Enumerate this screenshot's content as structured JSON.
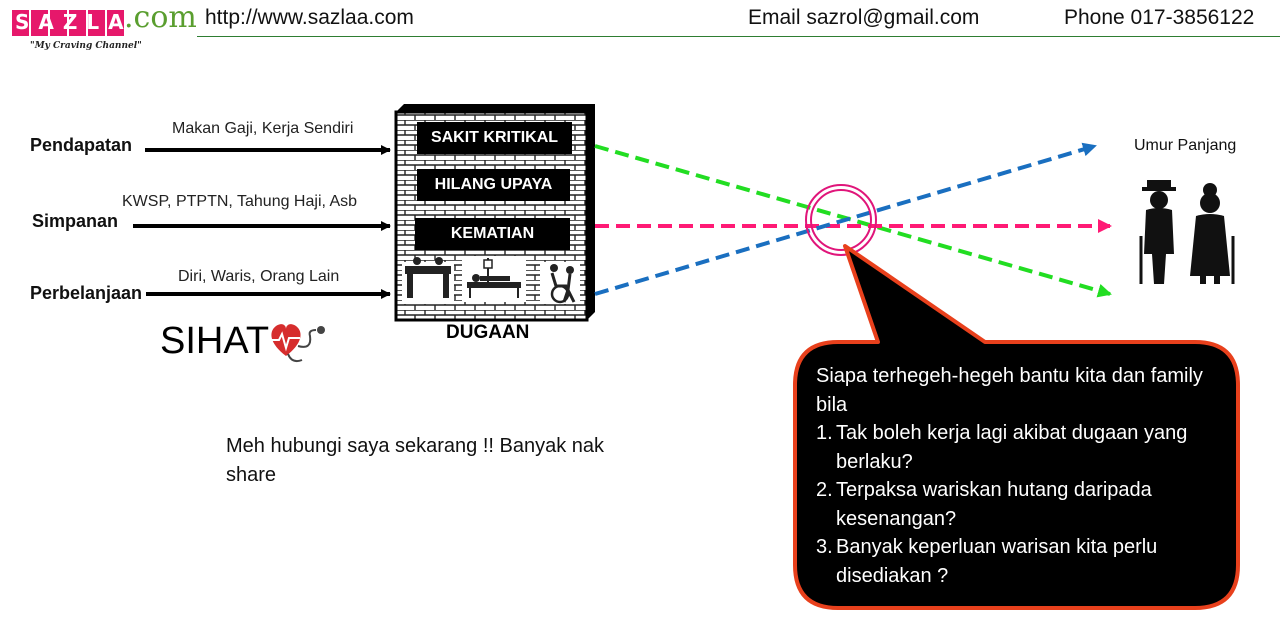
{
  "header": {
    "logo_main": "SAZLAA",
    "logo_suffix": ".com",
    "tagline": "\"My Craving Channel\"",
    "website": "http://www.sazlaa.com",
    "email": "Email sazrol@gmail.com",
    "phone": "Phone 017-3856122"
  },
  "inputs": [
    {
      "label": "Pendapatan",
      "caption": "Makan Gaji, Kerja Sendiri"
    },
    {
      "label": "Simpanan",
      "caption": "KWSP, PTPTN, Tahung Haji, Asb"
    },
    {
      "label": "Perbelanjaan",
      "caption": "Diri, Waris, Orang Lain"
    }
  ],
  "wall": {
    "labels": [
      "SAKIT KRITIKAL",
      "HILANG UPAYA",
      "KEMATIAN"
    ],
    "caption": "DUGAAN"
  },
  "sihat": "SIHAT",
  "outcome": "Umur Panjang",
  "contact_message": "Meh hubungi saya sekarang !! Banyak nak share",
  "bubble": {
    "intro": "Siapa terhegeh-hegeh bantu kita dan family bila",
    "items": [
      {
        "num": "1.",
        "text": "Tak boleh kerja lagi akibat dugaan yang berlaku?"
      },
      {
        "num": "2.",
        "text": "Terpaksa wariskan hutang daripada kesenangan?"
      },
      {
        "num": "3.",
        "text": "Banyak keperluan warisan kita perlu disediakan ?"
      }
    ]
  },
  "colors": {
    "logo_pink": "#e6186b",
    "logo_green": "#5a9e2f",
    "line_green": "#22dd22",
    "line_pink": "#ff1a75",
    "line_blue": "#1a6fc0",
    "bubble_fill": "#000000",
    "bubble_border": "#e8401c",
    "target_ring": "#e0157a",
    "heart_red": "#d62d2d"
  },
  "icons": [
    "stretcher-icon",
    "hospital-bed-icon",
    "wheelchair-icon",
    "elderly-couple-icon",
    "heart-stethoscope-icon",
    "target-ring-icon"
  ]
}
